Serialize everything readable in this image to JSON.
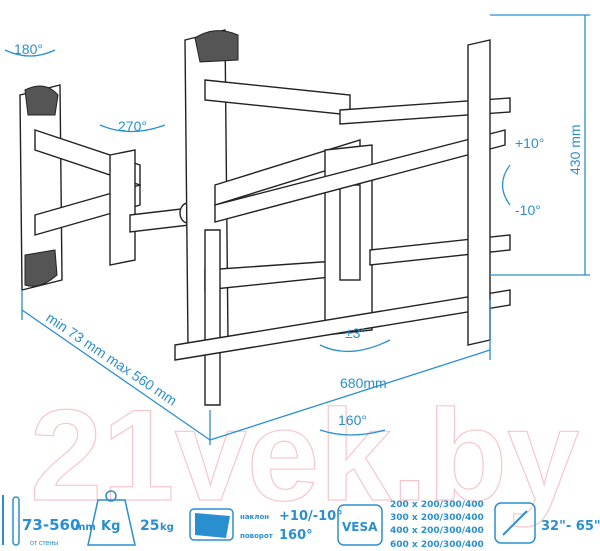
{
  "diagram": {
    "labels": {
      "wall_swivel": "180°",
      "arm_swivel": "270°",
      "tilt_up": "+10°",
      "tilt_down": "-10°",
      "height": "430 mm",
      "rotation": "±3°",
      "width": "680mm",
      "swivel": "160°",
      "extension": "min 73 mm max 560 mm"
    },
    "watermark": "21vek.by"
  },
  "specs": {
    "distance_value": "73-560",
    "distance_unit": "mm",
    "distance_caption": "от стены",
    "weight_icon_label": "Kg",
    "weight_value": "25",
    "weight_unit": "kg",
    "tilt_caption": "наклон",
    "tilt_value": "+10/-10°",
    "swivel_caption": "поворот",
    "swivel_value": "160°",
    "vesa_label": "VESA",
    "vesa_list": [
      "200 x 200/300/400",
      "300 x 200/300/400",
      "400 x 200/300/400",
      "600 x 200/300/400"
    ],
    "screen_size": "32\"- 65\""
  },
  "colors": {
    "accent": "#2a8fd0"
  }
}
